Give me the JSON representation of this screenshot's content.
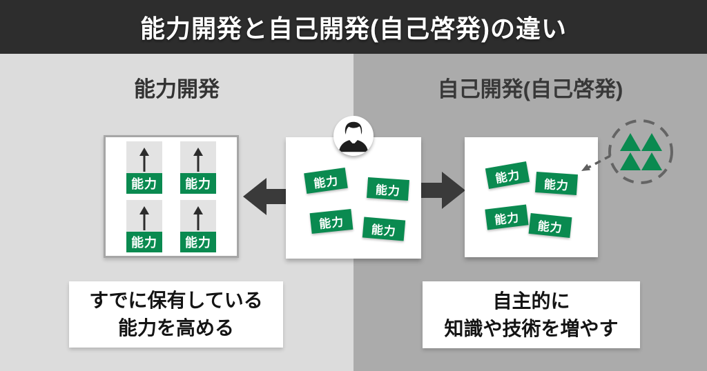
{
  "header": {
    "title": "能力開発と自己開発(自己啓発)の違い"
  },
  "sections": {
    "left": {
      "title": "能力開発",
      "tags": [
        "能力",
        "能力",
        "能力",
        "能力"
      ],
      "caption": {
        "line1": "すでに保有している",
        "line2": "能力を高める"
      }
    },
    "center": {
      "tags": [
        "能力",
        "能力",
        "能力",
        "能力"
      ]
    },
    "right": {
      "title": "自己開発(自己啓発)",
      "tags": [
        "能力",
        "能力",
        "能力",
        "能力"
      ],
      "caption": {
        "line1": "自主的に",
        "line2": "知識や技術を増やす"
      }
    }
  },
  "icons": {
    "person": "person-icon",
    "up_arrow": "up-arrow-icon",
    "left_arrow": "left-arrow-icon",
    "right_arrow": "right-arrow-icon",
    "triangle_cluster": "triangle-cluster-icon",
    "dashed_arrow": "dashed-arrow-icon"
  },
  "colors": {
    "green": "#0a8a50",
    "header_bg": "#2d2d2d",
    "left_bg": "#dcdcdc",
    "right_bg": "#ababab",
    "arrow": "#3a3a3a",
    "dashed": "#5f5f5f"
  }
}
